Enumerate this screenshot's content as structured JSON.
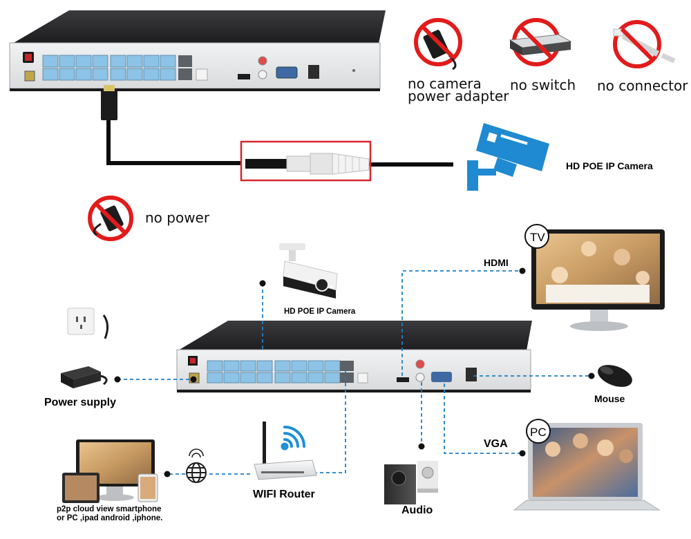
{
  "top_section": {
    "prohibitions": [
      {
        "label_line1": "no camera",
        "label_line2": "power adapter",
        "icon": "power-adapter-icon"
      },
      {
        "label": "no switch",
        "icon": "switch-icon"
      },
      {
        "label": "no connector",
        "icon": "connector-icon"
      }
    ],
    "camera_label": "HD POE IP Camera",
    "no_power_label": "no power"
  },
  "bottom_section": {
    "camera_label": "HD POE IP Camera",
    "power_supply_label": "Power supply",
    "tv_badge": "TV",
    "hdmi_label": "HDMI",
    "mouse_label": "Mouse",
    "pc_badge": "PC",
    "vga_label": "VGA",
    "audio_label": "Audio",
    "router_label": "WIFI Router",
    "p2p_line1": "p2p cloud view smartphone",
    "p2p_line2": "or PC ,ipad android ,iphone."
  },
  "colors": {
    "nvr_body": "#2b2b2d",
    "nvr_panel": "#e6e8ea",
    "poe_port": "#8cc3e6",
    "prohibit_red": "#e21b1b",
    "camera_icon_blue": "#1f8ad1",
    "connection_dash": "#1f7fc4",
    "highlight_box": "#d8262c",
    "wifi_blue": "#1e8fd8"
  }
}
